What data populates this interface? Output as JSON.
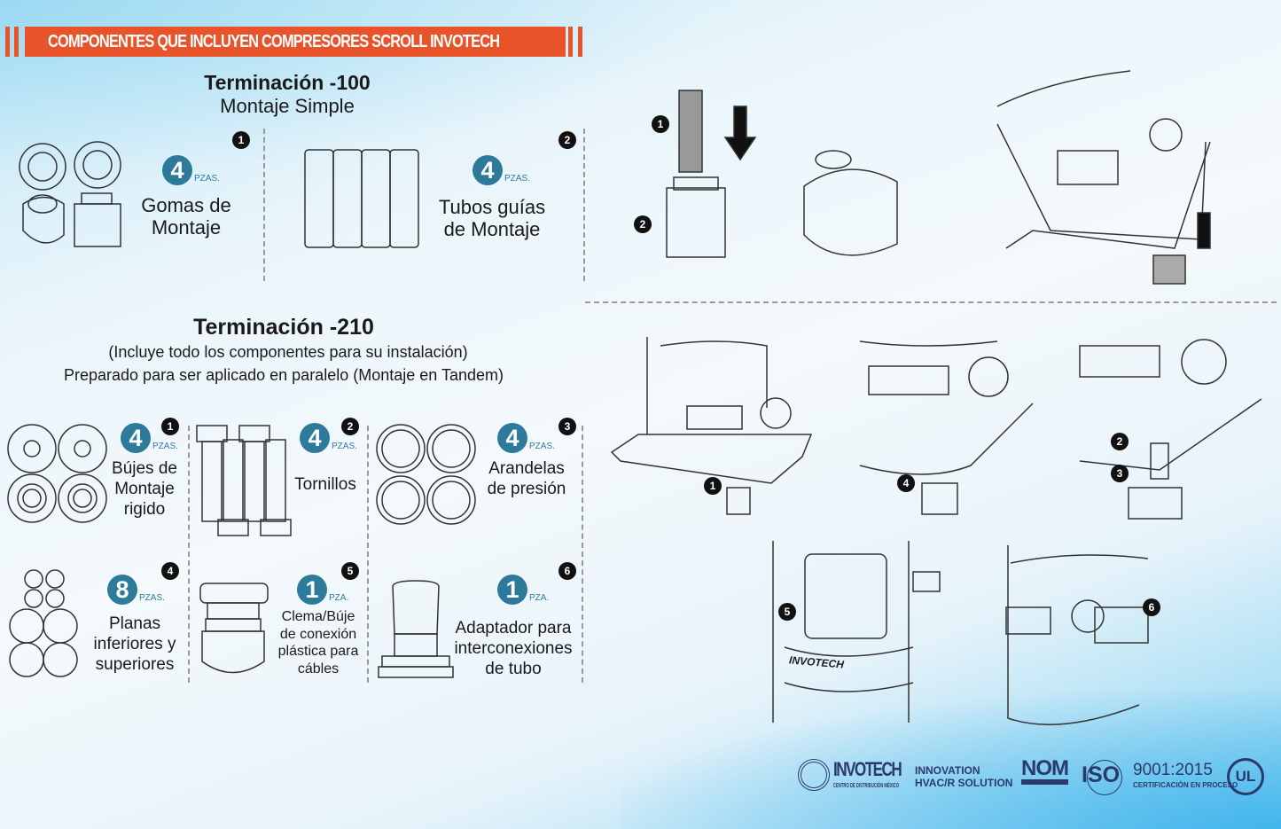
{
  "banner": {
    "title": "COMPONENTES QUE INCLUYEN COMPRESORES SCROLL INVOTECH"
  },
  "term100": {
    "title": "Terminación -100",
    "subtitle": "Montaje Simple",
    "items": [
      {
        "n": "1",
        "qty": "4",
        "unit": "PZAS.",
        "label1": "Gomas de",
        "label2": "Montaje"
      },
      {
        "n": "2",
        "qty": "4",
        "unit": "PZAS.",
        "label1": "Tubos guías",
        "label2": "de Montaje"
      }
    ]
  },
  "term210": {
    "title": "Terminación -210",
    "line1": "(Incluye todo los componentes para su instalación)",
    "line2": "Preparado para ser aplicado en paralelo (Montaje en Tandem)",
    "items": [
      {
        "n": "1",
        "qty": "4",
        "unit": "PZAS.",
        "label": [
          "Bújes de",
          "Montaje",
          "rigido"
        ]
      },
      {
        "n": "2",
        "qty": "4",
        "unit": "PZAS.",
        "label": [
          "Tornillos"
        ]
      },
      {
        "n": "3",
        "qty": "4",
        "unit": "PZAS.",
        "label": [
          "Arandelas",
          "de presión"
        ]
      },
      {
        "n": "4",
        "qty": "8",
        "unit": "PZAS.",
        "label": [
          "Planas",
          "inferiores y",
          "superiores"
        ]
      },
      {
        "n": "5",
        "qty": "1",
        "unit": "PZA.",
        "label": [
          "Clema/Búje",
          "de conexión",
          "plástica para",
          "cábles"
        ]
      },
      {
        "n": "6",
        "qty": "1",
        "unit": "PZA.",
        "label": [
          "Adaptador para",
          "interconexiones",
          "de tubo"
        ]
      }
    ]
  },
  "diagram_markers": [
    "1",
    "2",
    "1",
    "4",
    "2",
    "3",
    "5",
    "6"
  ],
  "diagram_brand": "INVOTECH",
  "footer": {
    "brand": "INVOTECH",
    "brand_sub": "CENTRO DE DISTRIBUCIÓN MÉXICO",
    "tag1": "INNOVATION",
    "tag2": "HVAC/R SOLUTION",
    "nom": "NOM",
    "iso": "ISO",
    "iso_num": "9001:2015",
    "iso_sub": "CERTIFICACIÓN EN PROCESO",
    "ul": "UL"
  }
}
